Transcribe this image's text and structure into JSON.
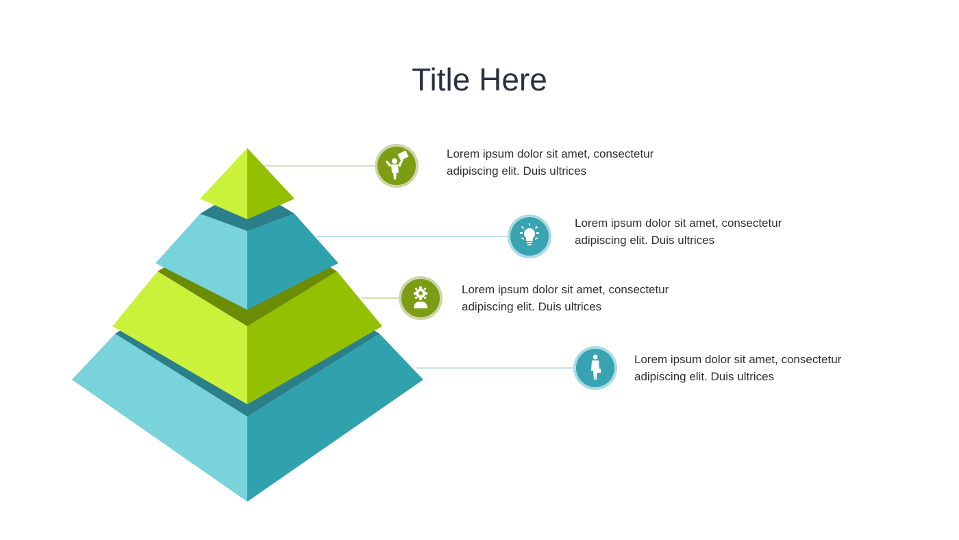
{
  "title": "Title Here",
  "colors": {
    "lime_light": "#cbf23b",
    "lime_dark": "#93c001",
    "lime_band": "#6d8c05",
    "teal_light": "#78d3da",
    "teal_dark": "#30a2ae",
    "teal_band": "#2a7f8b",
    "olive_icon": "#7c9d13",
    "teal_icon": "#3aa3b2",
    "text": "#2e2e2e",
    "title": "#2b3141"
  },
  "levels": [
    {
      "icon": "celebrating-person-icon",
      "line1": "Lorem ipsum dolor sit amet, consectetur",
      "line2": "adipiscing elit. Duis ultrices"
    },
    {
      "icon": "lightbulb-icon",
      "line1": "Lorem ipsum dolor sit amet, consectetur",
      "line2": "adipiscing elit. Duis ultrices"
    },
    {
      "icon": "person-with-gear-icon",
      "line1": "Lorem ipsum dolor sit amet, consectetur",
      "line2": "adipiscing elit. Duis ultrices"
    },
    {
      "icon": "businessman-icon",
      "line1": "Lorem ipsum dolor sit amet, consectetur",
      "line2": "adipiscing elit. Duis ultrices"
    }
  ]
}
